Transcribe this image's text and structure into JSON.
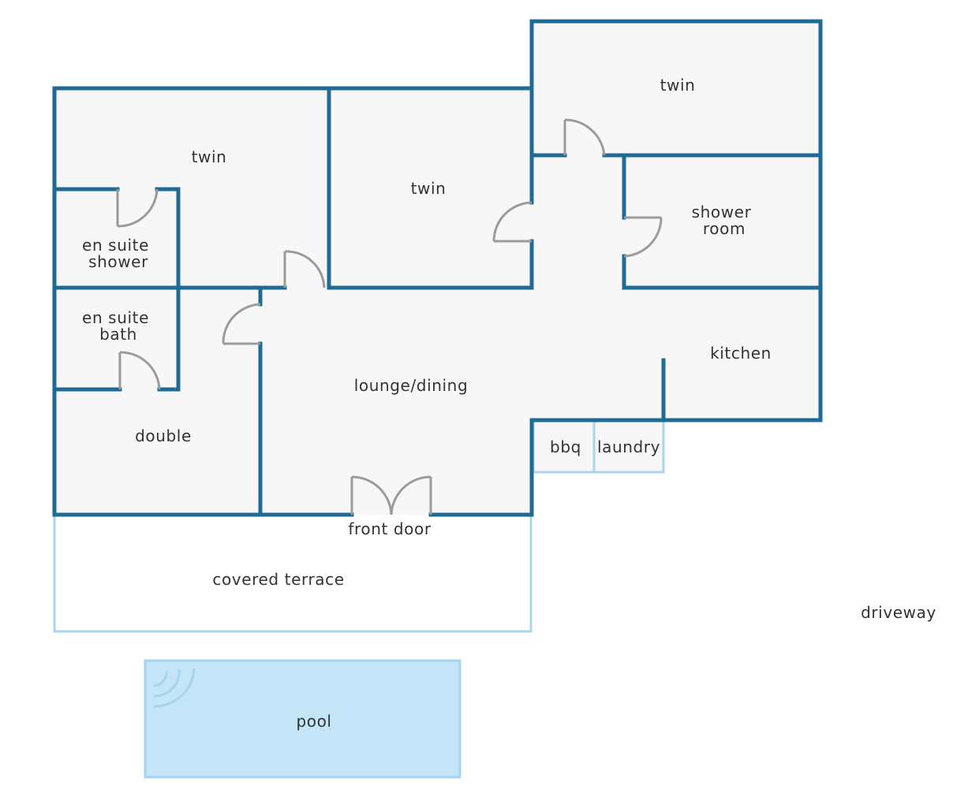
{
  "rooms": {
    "twin_left": "twin",
    "twin_middle": "twin",
    "twin_top_right": "twin",
    "en_suite_shower": [
      "en suite",
      "shower"
    ],
    "en_suite_bath": [
      "en suite",
      "bath"
    ],
    "double": "double",
    "shower_room": [
      "shower",
      "room"
    ],
    "kitchen": "kitchen",
    "lounge_dining": "lounge/dining",
    "bbq": "bbq",
    "laundry": "laundry"
  },
  "outdoor": {
    "front_door": "front door",
    "covered_terrace": "covered terrace",
    "driveway": "driveway",
    "pool": "pool"
  },
  "colors": {
    "wall": "#1f6b95",
    "floor": "#f7f7f7",
    "door": "#9b9b9b",
    "outline_light": "#a9d4ec",
    "pool_fill": "#c4e4f8",
    "pool_stroke": "#a6d3ee",
    "text": "#333333"
  }
}
